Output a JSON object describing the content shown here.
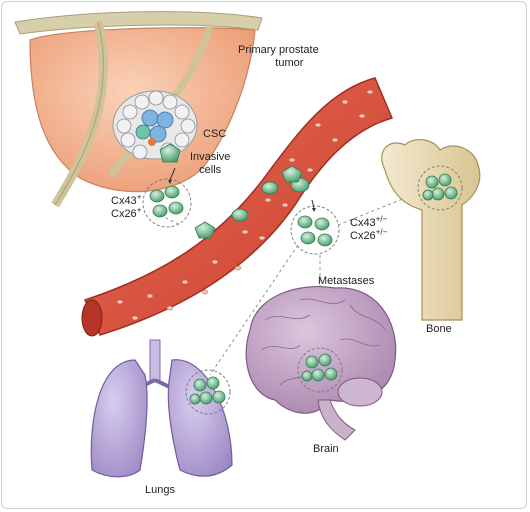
{
  "labels": {
    "primary_tumor_line1": "Primary prostate",
    "primary_tumor_line2": "tumor",
    "csc": "CSC",
    "invasive_line1": "Invasive",
    "invasive_line2": "cells",
    "cx43_left": "Cx43",
    "cx43_left_sup": "+",
    "cx26_left": "Cx26",
    "cx26_left_sup": "+",
    "cx43_right": "Cx43",
    "cx43_right_sup": "+/−",
    "cx26_right": "Cx26",
    "cx26_right_sup": "+/−",
    "metastases": "Metastases",
    "bone": "Bone",
    "brain": "Brain",
    "lungs": "Lungs"
  },
  "colors": {
    "prostate": "#f3b28d",
    "vessel": "#d9503e",
    "cell_green": "#6fbf8f",
    "lung": "#b6a6d6",
    "brain": "#bf9fc2",
    "bone": "#eadbb0"
  }
}
